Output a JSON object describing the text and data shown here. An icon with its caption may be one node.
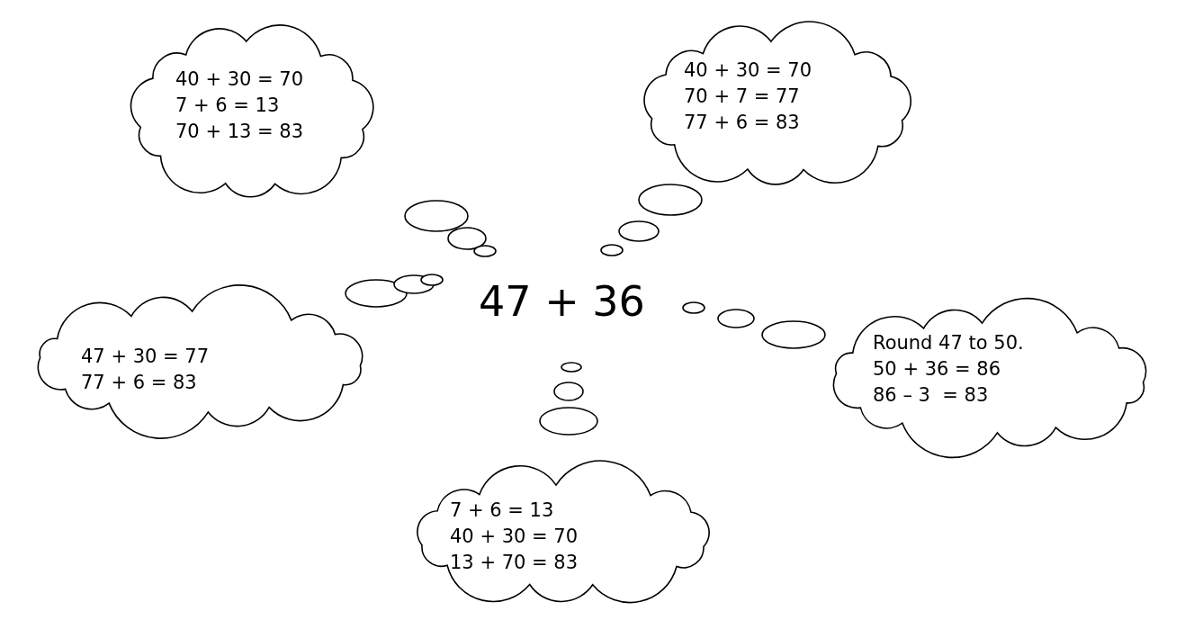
{
  "diagram": {
    "nodes": [
      {
        "text": [
          "40 + 30 = 70",
          "7 + 6 = 13",
          "70 + 13 = 83"
        ]
      },
      {
        "text": [
          "40 + 30 = 70",
          "70 + 7 = 77",
          "77 + 6 = 83"
        ]
      },
      {
        "text": [
          "47 + 30 = 77",
          "77 + 6 = 83"
        ]
      },
      {
        "text": [
          "47 + 36"
        ]
      },
      {
        "text": [
          "Round 47 to 50.",
          "50 + 36 = 86",
          "86 – 3  = 83"
        ]
      },
      {
        "text": [
          "7 + 6 = 13",
          "40 + 30 = 70",
          "13 + 70 = 83"
        ]
      }
    ]
  }
}
